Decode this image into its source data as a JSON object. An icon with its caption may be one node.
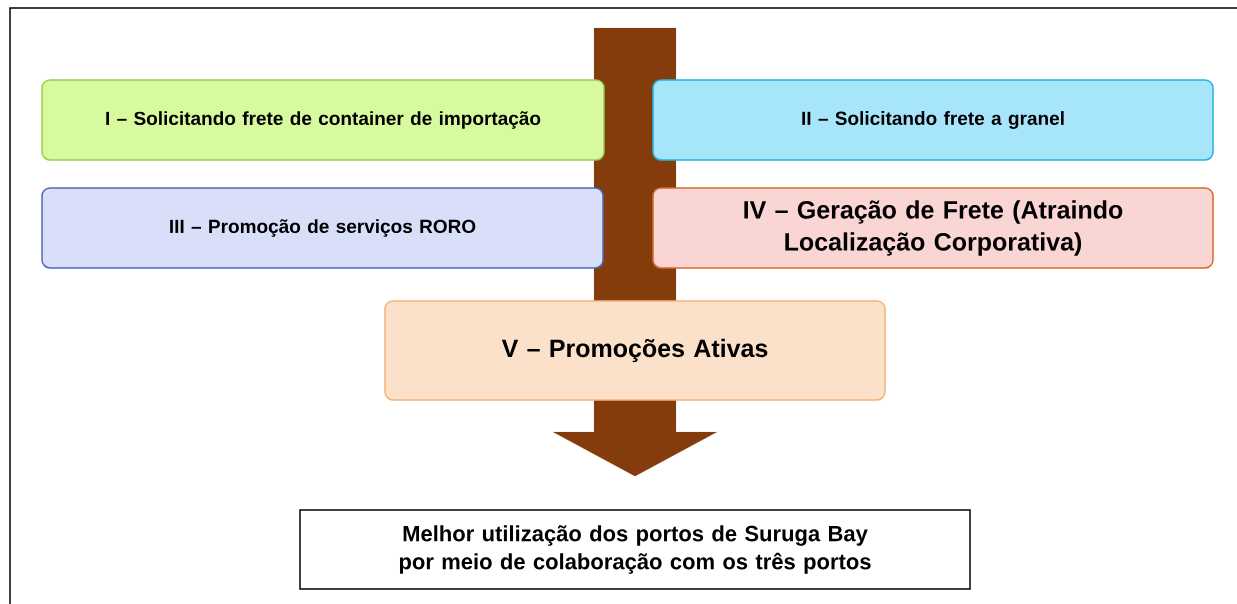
{
  "diagram": {
    "nodes": [
      {
        "text": [
          "I – Solicitando frete de container de importação"
        ]
      },
      {
        "text": [
          "II – Solicitando frete a granel"
        ]
      },
      {
        "text": [
          "III – Promoção de serviços RORO"
        ]
      },
      {
        "text": [
          "IV – Geração de Frete (Atraindo Localização Corporativa)"
        ]
      },
      {
        "text": [
          "V – Promoções Ativas"
        ]
      },
      {
        "text": [
          "Melhor utilização dos portos de Suruga Bay por meio de colaboração com os três portos"
        ]
      }
    ],
    "edges": [
      {
        "from": null,
        "to": 5,
        "arrow": "to"
      }
    ]
  }
}
